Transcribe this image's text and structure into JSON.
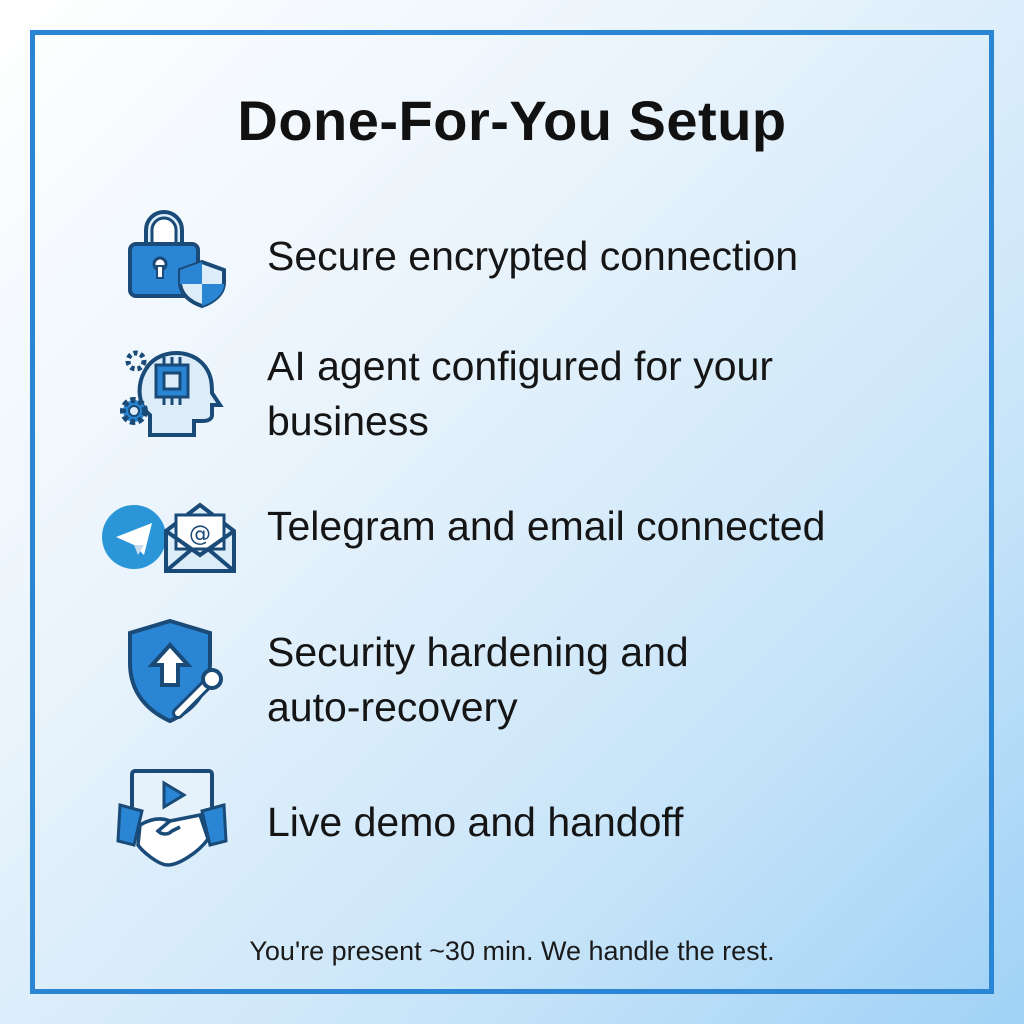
{
  "title": "Done-For-You Setup",
  "items": [
    {
      "icon": "lock-shield-icon",
      "label": "Secure encrypted connection"
    },
    {
      "icon": "ai-head-gears-icon",
      "label_line1": "AI agent configured for your",
      "label_line2": "business"
    },
    {
      "icon": "telegram-email-icon",
      "label": "Telegram and email connected"
    },
    {
      "icon": "shield-wrench-icon",
      "label_line1": "Security hardening and",
      "label_line2": "auto-recovery"
    },
    {
      "icon": "video-handshake-icon",
      "label": "Live demo and handoff"
    }
  ],
  "footer": "You're present ~30 min. We handle the rest.",
  "colors": {
    "accent": "#2a86d4",
    "outline": "#1a4a78",
    "fill_light": "#dcecf9"
  }
}
